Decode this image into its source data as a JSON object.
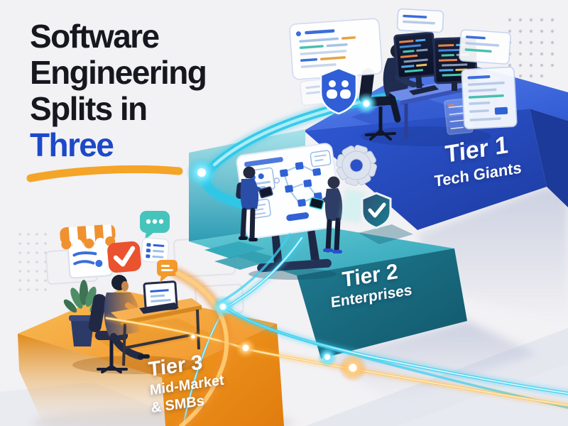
{
  "title": {
    "line1": "Software",
    "line2": "Engineering",
    "line3": "Splits in",
    "highlight": "Three"
  },
  "tiers": [
    {
      "name": "Tier 1",
      "subtitle": "Tech Giants",
      "face_color": "#2b51c8"
    },
    {
      "name": "Tier 2",
      "subtitle": "Enterprises",
      "face_color": "#1b7487"
    },
    {
      "name": "Tier 3",
      "subtitle": "Mid-Market",
      "subtitle2": "& SMBs",
      "face_color": "#ee8f1c"
    }
  ],
  "palette": {
    "background": "#f2f1f4",
    "headline_text": "#17171f",
    "headline_accent": "#1d49c8",
    "underline_swoosh": "#f4a427",
    "glow_cyan": "#3fd0f0",
    "glow_amber": "#ffb338"
  },
  "icons": [
    "dual-monitor-workstation",
    "code-card",
    "team-shield",
    "flowchart-whiteboard",
    "gear",
    "shield-check",
    "glow-document",
    "storefront",
    "check-badge",
    "chat-dots-bubble",
    "checklist-card",
    "notification-bubble",
    "laptop",
    "potted-plant"
  ]
}
